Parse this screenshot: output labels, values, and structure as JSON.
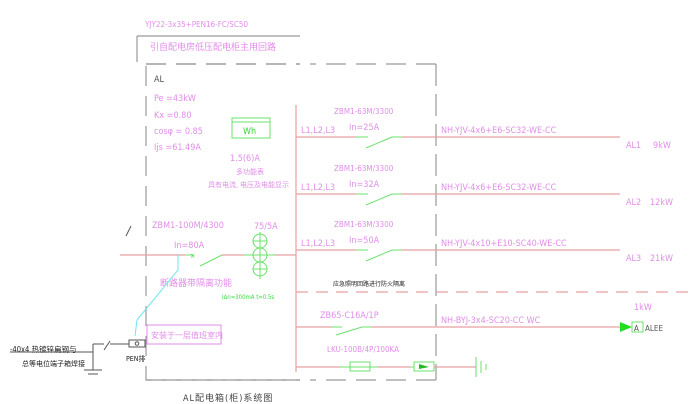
{
  "incoming": {
    "cable_spec": "YJY22-3x35+PEN16-FC/SC50",
    "source_note": "引自配电房低压配电柜主用回路"
  },
  "panel": {
    "name": "AL",
    "pe": "Pe =43kW",
    "kx": "Kx =0.80",
    "cos": "cosφ = 0.85",
    "ijs": "Ijs =61.49A"
  },
  "meter": {
    "label": "Wh",
    "rating": "1.5(6)A",
    "type": "多功能表",
    "desc": "具有电流, 电压及电能显示"
  },
  "main_breaker": {
    "model": "ZBM1-100M/4300",
    "rating": "In=80A",
    "note": "断路器带隔离功能",
    "ct": "75/5A",
    "rcd": "IΔn=300mA  t=0.5s"
  },
  "circuits": [
    {
      "phases": "L1,L2,L3",
      "breaker": "ZBM1-63M/3300",
      "rating": "In=25A",
      "cable": "NH-YJV-4x6+E6-SC32-WE-CC",
      "id": "AL1",
      "load": "9kW"
    },
    {
      "phases": "L1,L2,L3",
      "breaker": "ZBM1-63M/3300",
      "rating": "In=32A",
      "cable": "NH-YJV-4x6+E6-SC32-WE-CC",
      "id": "AL2",
      "load": "12kW"
    },
    {
      "phases": "L1,L2,L3",
      "breaker": "ZBM1-63M/3300",
      "rating": "In=50A",
      "cable": "NH-YJV-4x10+E10-SC40-WE-CC",
      "id": "AL3",
      "load": "21kW"
    }
  ],
  "fire_note": "应急照明回路进行防火隔离",
  "emergency": {
    "breaker": "ZB65-C16A/1P",
    "cable": "NH-BYJ-3x4-SC20-CC WC",
    "load": "1kW",
    "marker": "A",
    "id": "ALEE"
  },
  "spd": {
    "model": "LKU-100B/4P/100KA"
  },
  "earthing": {
    "line1": "-40x4 热镀锌扁钢与",
    "line2": "总等电位端子箱焊接",
    "pen_label": "PEN排",
    "install_note": "安装于一层值班室内"
  },
  "diagram_title": "AL配电箱(柜)系统图"
}
